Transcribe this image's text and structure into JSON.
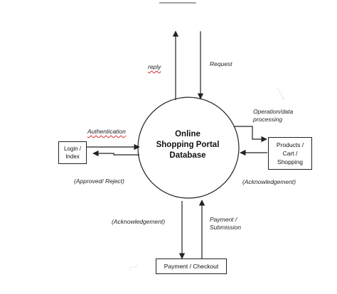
{
  "diagram": {
    "center": {
      "lines": [
        "Online",
        "Shopping Portal",
        "Database"
      ]
    },
    "boxes": {
      "login": "Login / Index",
      "products": "Products / Cart / Shopping",
      "payment": "Payment / Checkout"
    },
    "labels": {
      "reply": "reply",
      "request": "Request",
      "operation": "Operation/data processing",
      "authentication": "Authentication",
      "approved_reject": "(Approved/ Reject)",
      "ack_right": "(Acknowledgement)",
      "ack_bottom": "(Acknowledgement)",
      "payment_submission": "Payment / Submission"
    }
  },
  "colors": {
    "line": "#222222",
    "spellcheck_underline": "#d22a2a"
  }
}
